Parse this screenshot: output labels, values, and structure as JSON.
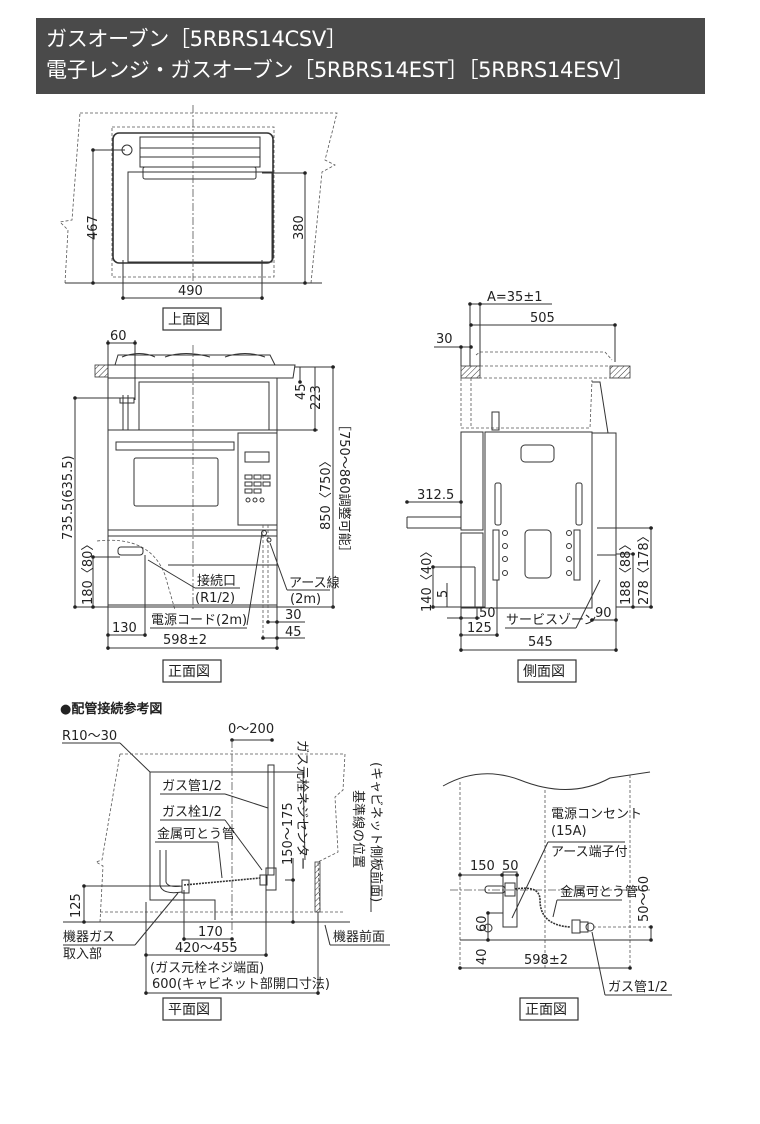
{
  "header": {
    "line1": "ガスオーブン［5RBRS14CSV］",
    "line2": "電子レンジ・ガスオーブン［5RBRS14EST］［5RBRS14ESV］",
    "bg_color": "#4a4a4a"
  },
  "top_view": {
    "label": "上面図",
    "dims": {
      "depth": "467",
      "inner": "380",
      "width": "490"
    }
  },
  "front_view": {
    "label": "正面図",
    "dims": {
      "left_pipe": "60",
      "d45": "45",
      "d223": "223",
      "height": "850〈750〉",
      "adjust": "［750〜860調整可能］",
      "h735": "735.5(635.5)",
      "h180": "180〈80〉",
      "d130": "130",
      "width": "598±2",
      "d30": "30",
      "d45b": "45"
    },
    "callouts": {
      "connection": "接続口",
      "connection_size": "(R1/2)",
      "earth": "アース線",
      "earth_len": "(2m)",
      "power_cord": "電源コード(2m)"
    }
  },
  "side_view": {
    "label": "側面図",
    "dims": {
      "a": "A=35±1",
      "d505": "505",
      "d30": "30",
      "d312": "312.5",
      "d140": "140〈40〉",
      "d5": "5",
      "d50": "50",
      "d125": "125",
      "d545": "545",
      "d90": "90",
      "d188": "188〈88〉",
      "d278": "278〈178〉"
    },
    "service_zone": "サービスゾーン"
  },
  "piping": {
    "title": "●配管接続参考図",
    "plan": {
      "label": "平面図",
      "r": "R10〜30",
      "range": "0〜200",
      "gas_pipe": "ガス管1/2",
      "gas_cock": "ガス栓1/2",
      "flex_pipe": "金属可とう管",
      "h150": "150〜175",
      "center": "ガス元栓ネジセンター",
      "ref_line": "基準線の位置",
      "ref_line_sub": "(キャビネット側板前面)",
      "d125": "125",
      "inlet1": "機器ガス",
      "inlet2": "取入部",
      "d170": "170",
      "d420": "420〜455",
      "d420_sub": "(ガス元栓ネジ端面)",
      "d600": "600(キャビネット部開口寸法)",
      "front": "機器前面"
    },
    "front": {
      "label": "正面図",
      "outlet": "電源コンセント",
      "outlet_a": "(15A)",
      "earth": "アース端子付",
      "d150": "150",
      "d50": "50",
      "d60": "60",
      "d40": "40",
      "flex_pipe": "金属可とう管",
      "d50_60": "50〜60",
      "width": "598±2",
      "gas_pipe": "ガス管1/2"
    }
  }
}
